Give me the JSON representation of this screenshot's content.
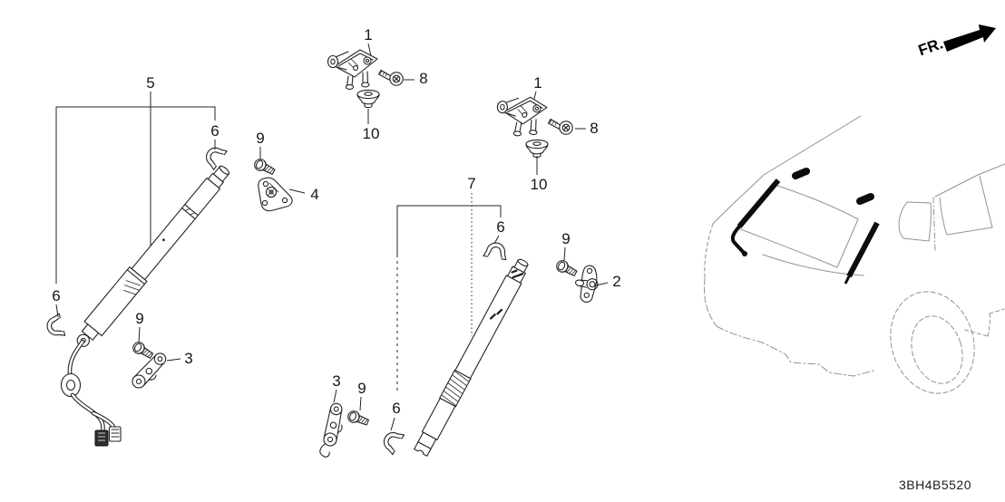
{
  "diagram": {
    "code": "3BH4B5520",
    "direction_label": "FR.",
    "callouts": {
      "hinge_top": "1",
      "bolt_hinge_top": "8",
      "grommet_top": "10",
      "hinge_right": "1",
      "bolt_hinge_right": "8",
      "grommet_right": "10",
      "strut_left": "5",
      "clip_left_top": "6",
      "bolt_left_top": "9",
      "bracket_left": "4",
      "clip_left_bottom": "6",
      "bolt_left_bottom": "9",
      "link_left": "3",
      "strut_mid": "7",
      "clip_mid_top": "6",
      "bolt_mid_top": "9",
      "link_mid_top": "2",
      "link_mid_bottom": "3",
      "bolt_mid_bottom": "9",
      "clip_mid_bottom": "6"
    }
  }
}
